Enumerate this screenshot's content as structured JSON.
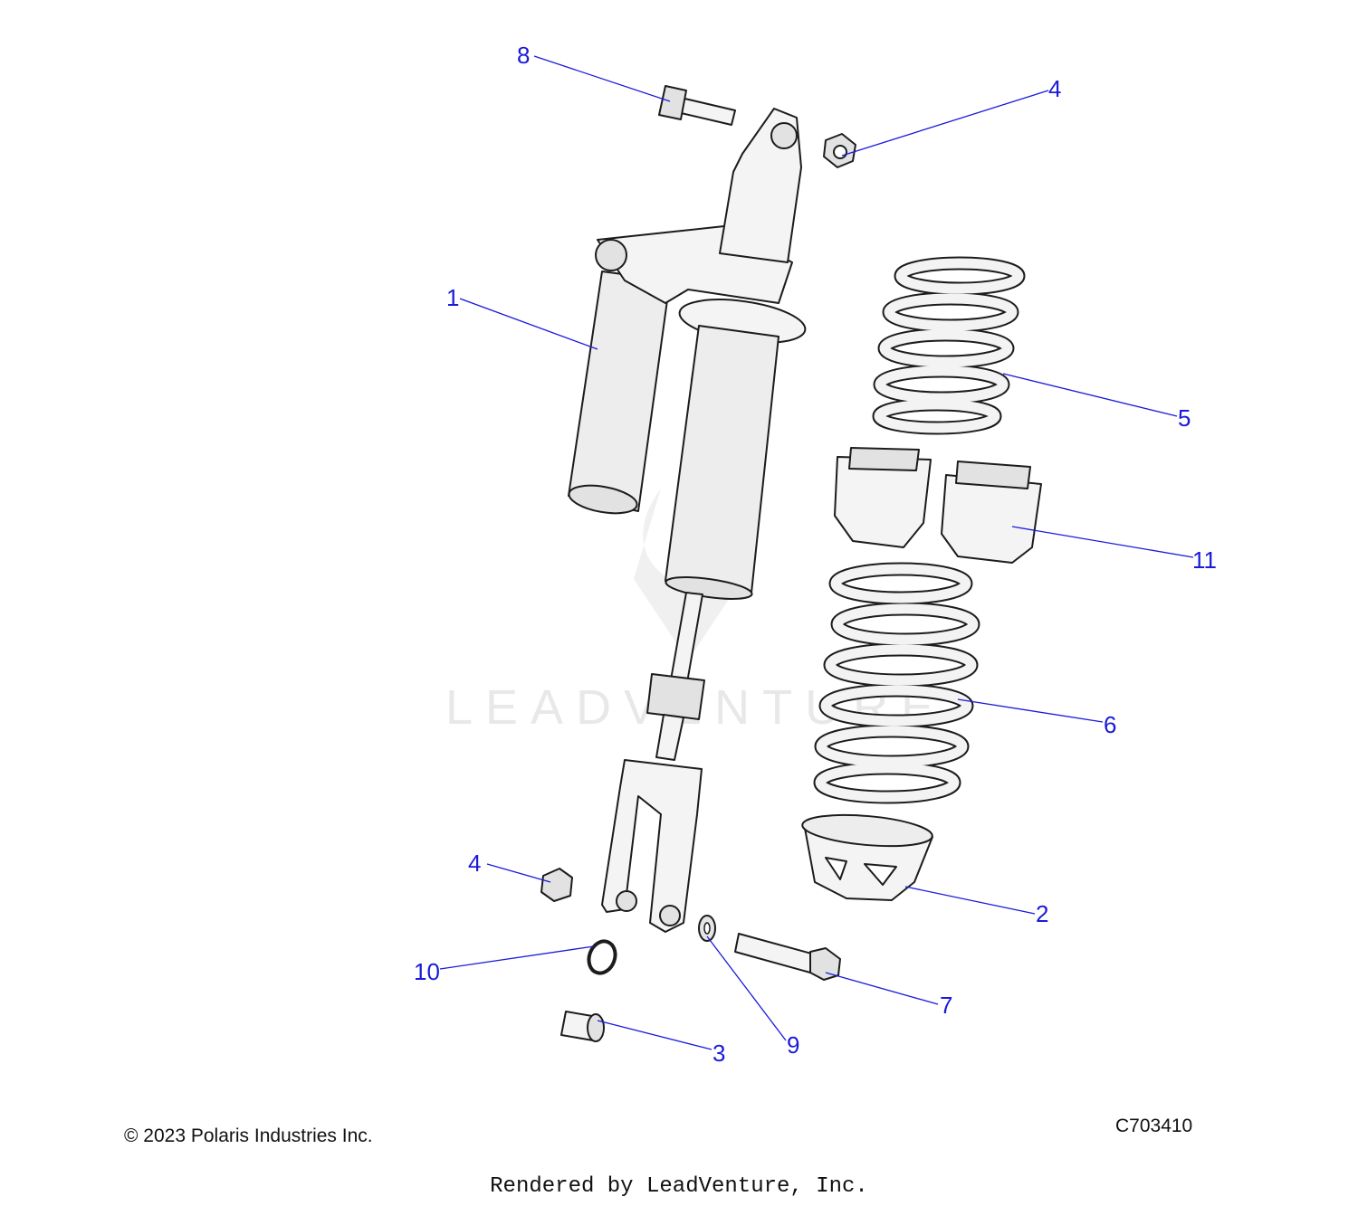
{
  "callouts": [
    {
      "label": "1",
      "part": "shock-body"
    },
    {
      "label": "2",
      "part": "spring-retainer"
    },
    {
      "label": "3",
      "part": "bushing"
    },
    {
      "label": "4",
      "part": "nut-upper"
    },
    {
      "label": "4",
      "part": "nut-lower"
    },
    {
      "label": "5",
      "part": "upper-spring"
    },
    {
      "label": "6",
      "part": "lower-spring"
    },
    {
      "label": "7",
      "part": "lower-bolt"
    },
    {
      "label": "8",
      "part": "upper-bolt"
    },
    {
      "label": "9",
      "part": "washer"
    },
    {
      "label": "10",
      "part": "retaining-ring"
    },
    {
      "label": "11",
      "part": "crossover-rings"
    }
  ],
  "watermark": "LEADVENTURE",
  "copyright": "© 2023 Polaris Industries Inc.",
  "diagram_code": "C703410",
  "render_credit": "Rendered by LeadVenture, Inc.",
  "colors": {
    "callout": "#1a1adb",
    "line": "#1c1c1c",
    "part_fill": "#ededed"
  }
}
